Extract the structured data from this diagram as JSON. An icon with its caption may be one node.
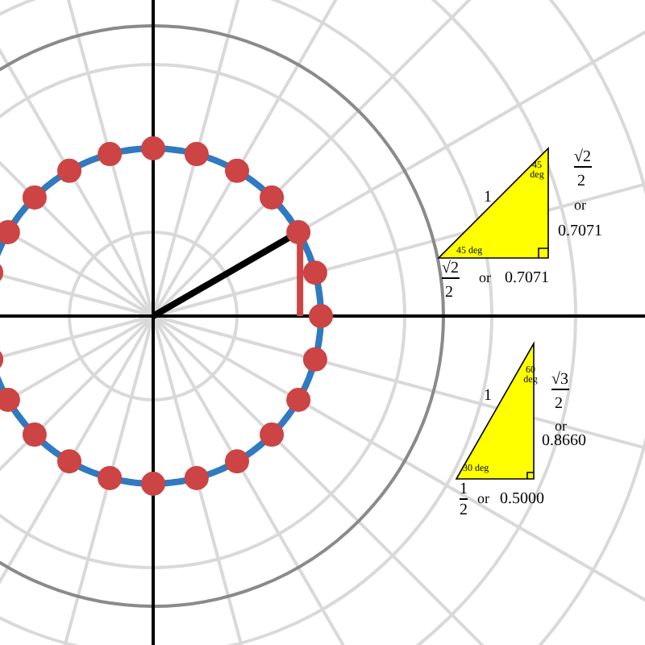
{
  "diagram": {
    "labels": [
      "1",
      "45 deg",
      "√2",
      "2",
      "or",
      "0.7071",
      "45 deg",
      "√2",
      "2",
      "or",
      "0.7071",
      "1",
      "60 deg",
      "√3",
      "2",
      "or",
      "0.8660",
      "30 deg",
      "1",
      "2",
      "or",
      "0.5000"
    ]
  }
}
